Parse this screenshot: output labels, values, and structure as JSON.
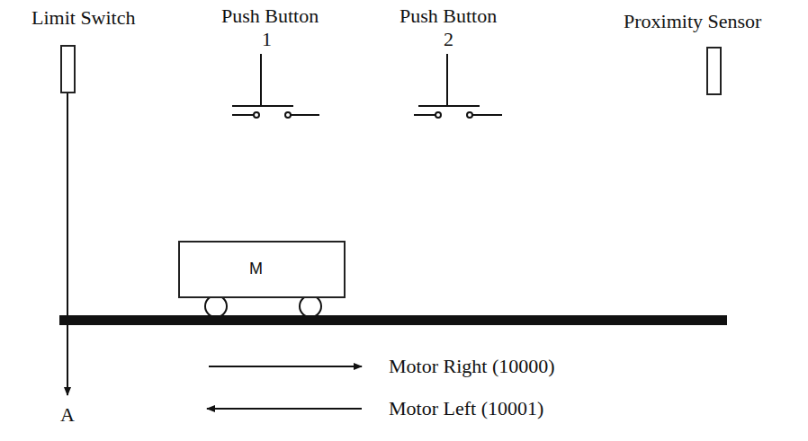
{
  "diagram": {
    "nodes": [
      {
        "text": [
          "Limit Switch"
        ]
      },
      {
        "text": [
          "Proximity Sensor"
        ]
      },
      {
        "text": [
          "M"
        ]
      }
    ],
    "labels": [
      "Push Button",
      "1",
      "Push Button",
      "2",
      "A",
      "Motor Right (10000)",
      "Motor Left (10001)"
    ]
  }
}
